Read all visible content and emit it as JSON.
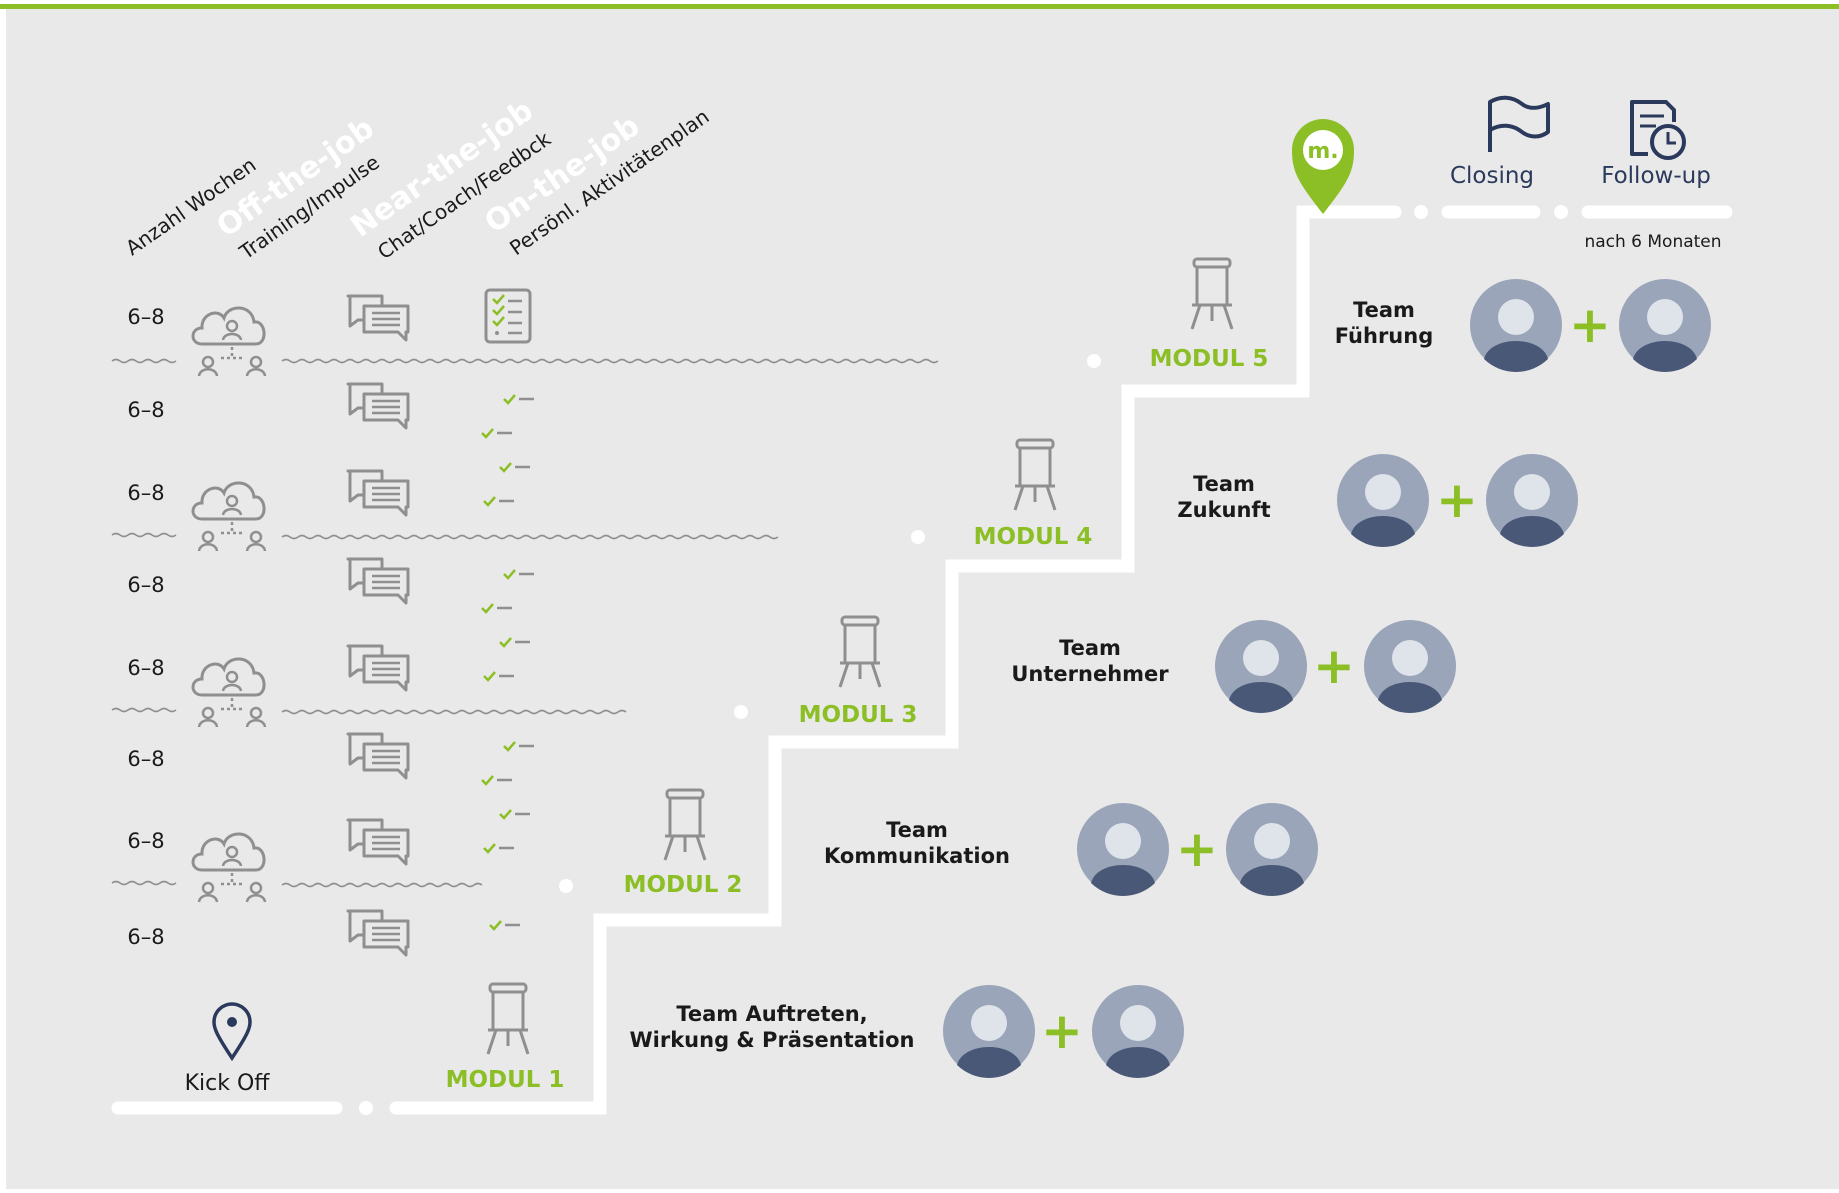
{
  "column_headers": {
    "weeks": "Anzahl Wochen",
    "off_big": "Off-the-job",
    "off_small": "Training/Impulse",
    "near_big": "Near-the-job",
    "near_small": "Chat/Coach/Feedbck",
    "on_big": "On-the-job",
    "on_small": "Persönl. Aktivitätenplan"
  },
  "weeks": [
    "6–8",
    "6–8",
    "6–8",
    "6–8",
    "6–8",
    "6–8",
    "6–8",
    "6–8"
  ],
  "kickoff_label": "Kick Off",
  "modules": [
    "MODUL 1",
    "MODUL 2",
    "MODUL 3",
    "MODUL 4",
    "MODUL 5"
  ],
  "closing_label": "Closing",
  "followup_label": "Follow-up",
  "followup_note": "nach 6 Monaten",
  "brand_letter": "m.",
  "teams": [
    {
      "line1": "Team Auftreten,",
      "line2": "Wirkung & Präsentation"
    },
    {
      "line1": "Team",
      "line2": "Kommunikation"
    },
    {
      "line1": "Team",
      "line2": "Unternehmer"
    },
    {
      "line1": "Team",
      "line2": "Zukunft"
    },
    {
      "line1": "Team",
      "line2": "Führung"
    }
  ],
  "plus_sign": "+",
  "colors": {
    "background": "#e9e9e9",
    "green": "#8cbf26",
    "navy": "#2b3a5c",
    "gray_icon": "#8f8f8f",
    "path": "#ffffff",
    "text": "#1a1a1a"
  }
}
